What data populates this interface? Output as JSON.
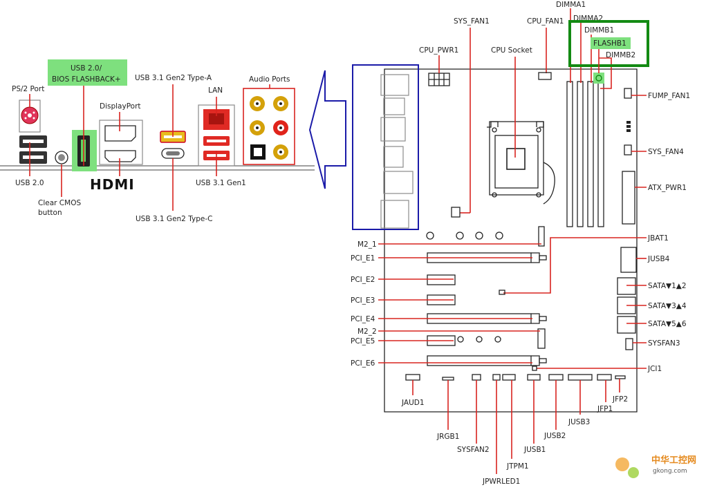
{
  "io_panel": {
    "ps2_port": "PS/2 Port",
    "usb_bios_line1": "USB 2.0/",
    "usb_bios_line2": "BIOS FLASHBACK+",
    "displayport": "DisplayPort",
    "usb31_gen2_typea": "USB 3.1 Gen2 Type-A",
    "lan": "LAN",
    "audio_ports": "Audio Ports",
    "usb20": "USB 2.0",
    "clear_cmos_line1": "Clear CMOS",
    "clear_cmos_line2": "button",
    "hdmi_logo": "HDMI",
    "usb31_gen2_typec": "USB 3.1 Gen2 Type-C",
    "usb31_gen1": "USB 3.1 Gen1"
  },
  "board": {
    "top": {
      "dimma1": "DIMMA1",
      "dimma2": "DIMMA2",
      "dimmb1": "DIMMB1",
      "flashb1": "FLASHB1",
      "dimmb2": "DIMMB2",
      "sys_fan1": "SYS_FAN1",
      "cpu_fan1": "CPU_FAN1",
      "cpu_pwr1": "CPU_PWR1",
      "cpu_socket": "CPU Socket"
    },
    "right": {
      "pump_fan1": "FUMP_FAN1",
      "sys_fan4": "SYS_FAN4",
      "atx_pwr1": "ATX_PWR1",
      "jbat1": "JBAT1",
      "jusb4": "JUSB4",
      "sata12": "SATA▼1▲2",
      "sata34": "SATA▼3▲4",
      "sata56": "SATA▼5▲6",
      "sysfan3": "SYSFAN3",
      "jci1": "JCI1"
    },
    "left": {
      "m2_1": "M2_1",
      "pcie1": "PCI_E1",
      "pcie2": "PCI_E2",
      "pcie3": "PCI_E3",
      "pcie4": "PCI_E4",
      "m2_2": "M2_2",
      "pcie5": "PCI_E5",
      "pcie6": "PCI_E6"
    },
    "bottom": {
      "jaud1": "JAUD1",
      "jrgb1": "JRGB1",
      "sysfan2": "SYSFAN2",
      "jtpm1": "JTPM1",
      "jpwrled1": "JPWRLED1",
      "jusb1": "JUSB1",
      "jusb2": "JUSB2",
      "jusb3": "JUSB3",
      "jfp1": "JFP1",
      "jfp2": "JFP2"
    }
  },
  "watermark": {
    "cn_text": "中华工控网",
    "url": "gkong.com"
  },
  "colors": {
    "leader_line": "#d9231f",
    "highlight": "#7ee07e",
    "callout_box": "#1a1aa8",
    "flash_box": "#138a13"
  }
}
